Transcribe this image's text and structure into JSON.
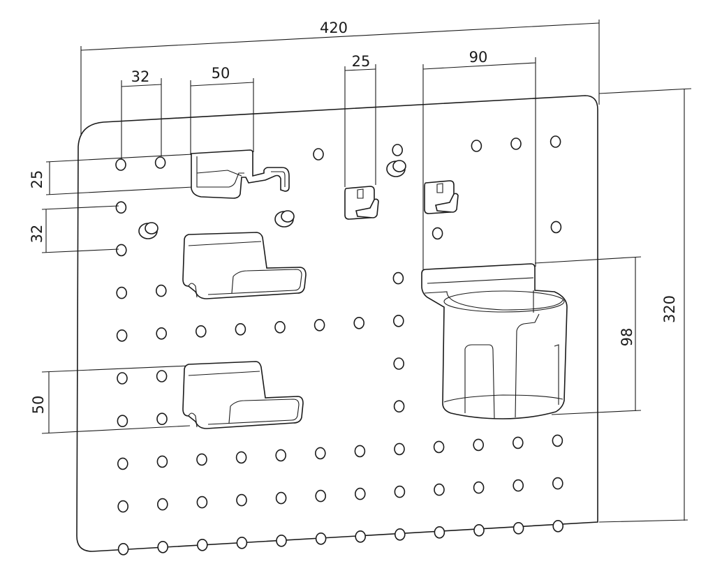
{
  "diagram": {
    "type": "dimensioned-pegboard-drawing",
    "line_color": "#1a1a1a",
    "background": "#ffffff",
    "dimensions": {
      "overall_width": "420",
      "overall_height": "320",
      "hole_spacing_horizontal": "32",
      "hole_spacing_vertical": "32",
      "tray_holder_width": "50",
      "tray_holder_height": "25",
      "hook_width": "25",
      "cup_holder_width": "90",
      "cup_holder_height": "98",
      "shelf_height": "50"
    },
    "accessories": [
      "tray-holder",
      "shelf",
      "shelf",
      "hook",
      "hook",
      "cup-holder",
      "peg",
      "peg",
      "peg"
    ]
  }
}
